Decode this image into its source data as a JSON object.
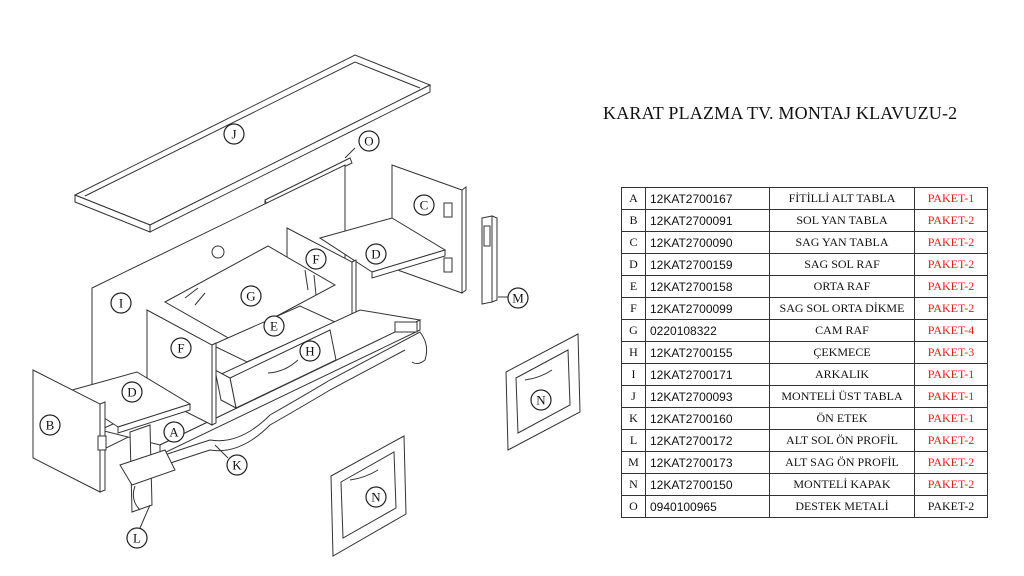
{
  "title": "KARAT  PLAZMA TV. MONTAJ KLAVUZU-2",
  "colors": {
    "paket_red": "#e0201c",
    "text": "#111111"
  },
  "parts": [
    {
      "letter": "A",
      "code": "12KAT2700167",
      "name": "FİTİLLİ ALT TABLA",
      "package": "PAKET-1",
      "color": "red"
    },
    {
      "letter": "B",
      "code": "12KAT2700091",
      "name": "SOL YAN TABLA",
      "package": "PAKET-2",
      "color": "red"
    },
    {
      "letter": "C",
      "code": "12KAT2700090",
      "name": "SAG YAN TABLA",
      "package": "PAKET-2",
      "color": "red"
    },
    {
      "letter": "D",
      "code": "12KAT2700159",
      "name": "SAG SOL RAF",
      "package": "PAKET-2",
      "color": "red"
    },
    {
      "letter": "E",
      "code": "12KAT2700158",
      "name": "ORTA RAF",
      "package": "PAKET-2",
      "color": "red"
    },
    {
      "letter": "F",
      "code": "12KAT2700099",
      "name": "SAG SOL ORTA DİKME",
      "package": "PAKET-2",
      "color": "red"
    },
    {
      "letter": "G",
      "code": "0220108322",
      "name": "CAM RAF",
      "package": "PAKET-4",
      "color": "red"
    },
    {
      "letter": "H",
      "code": "12KAT2700155",
      "name": "ÇEKMECE",
      "package": "PAKET-3",
      "color": "red"
    },
    {
      "letter": "I",
      "code": "12KAT2700171",
      "name": "ARKALIK",
      "package": "PAKET-1",
      "color": "red"
    },
    {
      "letter": "J",
      "code": "12KAT2700093",
      "name": "MONTELİ ÜST TABLA",
      "package": "PAKET-1",
      "color": "red"
    },
    {
      "letter": "K",
      "code": "12KAT2700160",
      "name": "ÖN ETEK",
      "package": "PAKET-1",
      "color": "red"
    },
    {
      "letter": "L",
      "code": "12KAT2700172",
      "name": "ALT SOL ÖN PROFİL",
      "package": "PAKET-2",
      "color": "red"
    },
    {
      "letter": "M",
      "code": "12KAT2700173",
      "name": "ALT SAG ÖN PROFİL",
      "package": "PAKET-2",
      "color": "red"
    },
    {
      "letter": "N",
      "code": "12KAT2700150",
      "name": "MONTELİ KAPAK",
      "package": "PAKET-2",
      "color": "red"
    },
    {
      "letter": "O",
      "code": "0940100965",
      "name": "DESTEK METALİ",
      "package": "PAKET-2",
      "color": "black"
    }
  ],
  "diagram_labels": [
    "J",
    "O",
    "C",
    "D",
    "F",
    "G",
    "I",
    "E",
    "H",
    "F",
    "D",
    "B",
    "A",
    "K",
    "L",
    "M",
    "N",
    "N"
  ]
}
